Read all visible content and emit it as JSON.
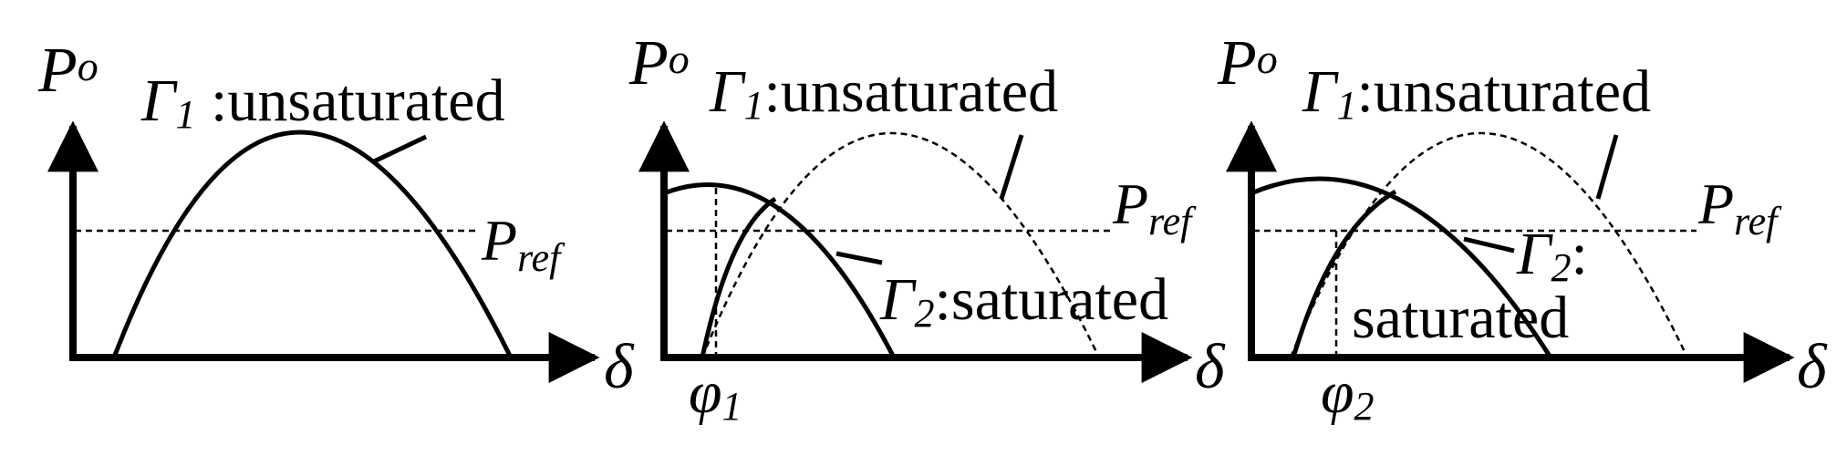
{
  "panels": [
    {
      "y_axis": "P",
      "y_axis_sub": "o",
      "x_axis": "δ",
      "ref_label": "P",
      "ref_label_sub": "ref",
      "curve1_symbol": "Γ",
      "curve1_sub": "1",
      "curve1_text": " :unsaturated"
    },
    {
      "y_axis": "P",
      "y_axis_sub": "o",
      "x_axis": "δ",
      "ref_label": "P",
      "ref_label_sub": "ref",
      "curve1_symbol": "Γ",
      "curve1_sub": "1",
      "curve1_text": ":unsaturated",
      "curve2_symbol": "Γ",
      "curve2_sub": "2",
      "curve2_text": ":saturated",
      "phase_symbol": "φ",
      "phase_sub": "1"
    },
    {
      "y_axis": "P",
      "y_axis_sub": "o",
      "x_axis": "δ",
      "ref_label": "P",
      "ref_label_sub": "ref",
      "curve1_symbol": "Γ",
      "curve1_sub": "1",
      "curve1_text": ":unsaturated",
      "curve2_symbol": "Γ",
      "curve2_sub": "2",
      "curve2_text": ":",
      "curve2_text_line2": "saturated",
      "phase_symbol": "φ",
      "phase_sub": "2"
    }
  ]
}
